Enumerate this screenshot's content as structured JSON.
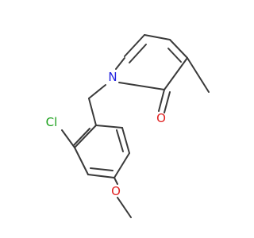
{
  "molecule": {
    "atoms": {
      "N": {
        "label": "N",
        "color": "#2323e0"
      },
      "O_carbonyl": {
        "label": "O",
        "color": "#e02020"
      },
      "Cl": {
        "label": "Cl",
        "color": "#1aa01a"
      },
      "O_methoxy": {
        "label": "O",
        "color": "#e02020"
      }
    },
    "bond_color": "#3a3a3a",
    "background": "#ffffff"
  }
}
